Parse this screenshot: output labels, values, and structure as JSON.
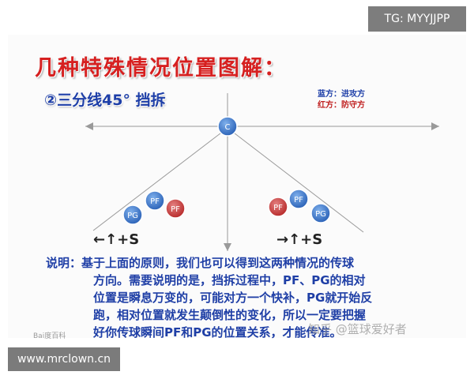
{
  "watermark_top": "TG: MYYJJPP",
  "title": "几种特殊情况位置图解：",
  "subtitle": "②三分线45° 挡拆",
  "legend": {
    "blue": "蓝方：进攻方",
    "red": "红方：防守方"
  },
  "players": {
    "center": "C",
    "left": {
      "pg": "PG",
      "pf": "PF",
      "def": "PF"
    },
    "right": {
      "def": "PF",
      "pf": "PF",
      "pg": "PG"
    }
  },
  "moves": {
    "left": "←↑+S",
    "right": "→↑+S"
  },
  "description": [
    "说明：基于上面的原则，我们也可以得到这两种情况的传球",
    "方向。需要说明的是，挡拆过程中，PF、PG的相对",
    "位置是瞬息万变的，可能对方一个快补，PG就开始反",
    "跑，相对位置就发生颠倒性的变化，所以一定要把握",
    "好你传球瞬间PF和PG的位置关系，才能传准。"
  ],
  "watermarks": {
    "zhihu": "知乎 @篮球爱好者",
    "site": "www.mrclown.cn",
    "baidu": "Bai度百科"
  },
  "colors": {
    "offense": "#2f6fc4",
    "defense": "#c63a3a",
    "title": "#d62020",
    "text_blue": "#1f3fa6"
  }
}
